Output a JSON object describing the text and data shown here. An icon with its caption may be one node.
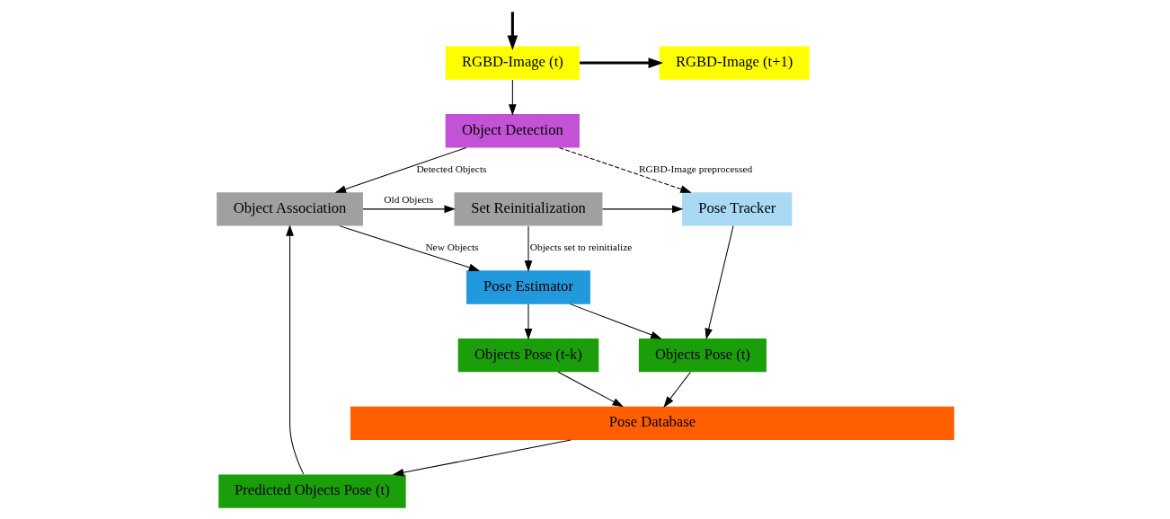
{
  "diagram": {
    "nodes": [
      {
        "text": [
          "RGBD-Image (t)"
        ]
      },
      {
        "text": [
          "RGBD-Image (t+1)"
        ]
      },
      {
        "text": [
          "Object Detection"
        ]
      },
      {
        "text": [
          "Object Association"
        ]
      },
      {
        "text": [
          "Set Reinitialization"
        ]
      },
      {
        "text": [
          "Pose Tracker"
        ]
      },
      {
        "text": [
          "Pose Estimator"
        ]
      },
      {
        "text": [
          "Objects Pose (t)"
        ]
      },
      {
        "text": [
          "Predicted Objects Pose (t)"
        ]
      },
      {
        "text": [
          "Objects Pose (t-k)"
        ]
      },
      {
        "text": [
          "Pose Database"
        ]
      }
    ],
    "edges": [
      {
        "from": null,
        "to": 0,
        "arrow": "to",
        "style": "thick"
      },
      {
        "from": 0,
        "to": 1,
        "arrow": "to",
        "style": "thick"
      },
      {
        "from": 0,
        "to": 2,
        "arrow": "to"
      },
      {
        "from": 2,
        "to": 5,
        "arrow": "to",
        "style": "dashed",
        "label": "RGBD-Image preprocessed"
      },
      {
        "from": 2,
        "to": 3,
        "arrow": "to",
        "label": "Detected Objects"
      },
      {
        "from": 3,
        "to": 4,
        "arrow": "to",
        "label": "Old Objects"
      },
      {
        "from": 4,
        "to": 5,
        "arrow": "to"
      },
      {
        "from": 4,
        "to": 6,
        "arrow": "to",
        "label": "Objects set to reinitialize"
      },
      {
        "from": 3,
        "to": 6,
        "arrow": "to",
        "label": "New Objects"
      },
      {
        "from": 5,
        "to": 7,
        "arrow": "to"
      },
      {
        "from": 6,
        "to": 7,
        "arrow": "to"
      },
      {
        "from": 6,
        "to": 9,
        "arrow": "to"
      },
      {
        "from": 9,
        "to": 10,
        "arrow": "to"
      },
      {
        "from": 7,
        "to": 10,
        "arrow": "to"
      },
      {
        "from": 10,
        "to": 8,
        "arrow": "to"
      },
      {
        "from": 8,
        "to": 3,
        "arrow": "to"
      }
    ]
  }
}
